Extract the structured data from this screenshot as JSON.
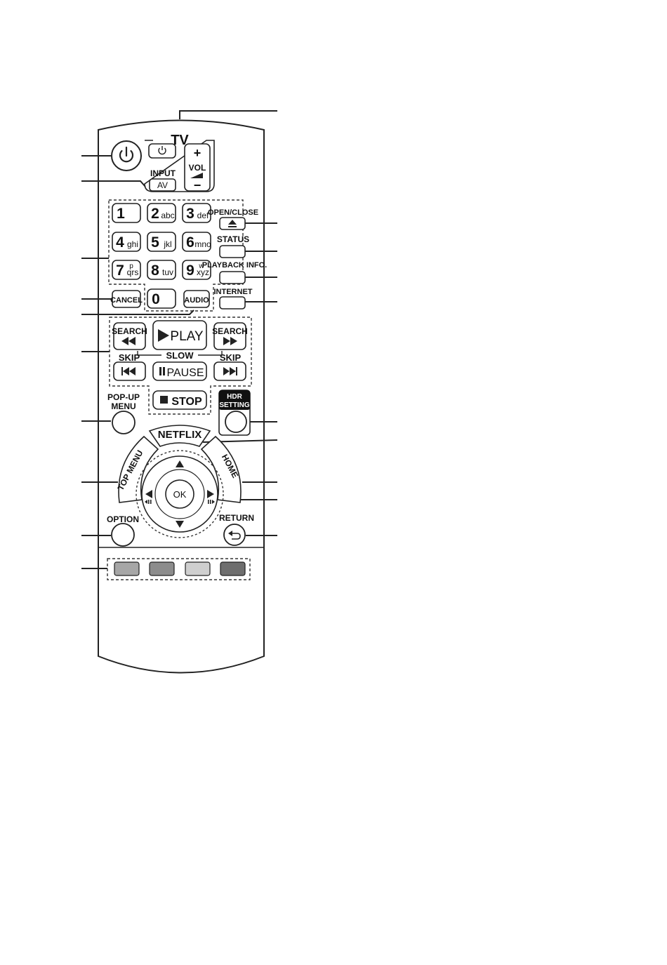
{
  "tv": {
    "title": "TV",
    "vol_label": "VOL",
    "vol_plus": "+",
    "vol_minus": "−",
    "input_label": "INPUT",
    "av_label": "AV"
  },
  "numpad": {
    "keys": [
      {
        "digit": "1",
        "letters": ""
      },
      {
        "digit": "2",
        "letters": "abc"
      },
      {
        "digit": "3",
        "letters": "def"
      },
      {
        "digit": "4",
        "letters": "ghi"
      },
      {
        "digit": "5",
        "letters": "jkl"
      },
      {
        "digit": "6",
        "letters": "mno"
      },
      {
        "digit": "7",
        "letters": "qrs",
        "super": "p"
      },
      {
        "digit": "8",
        "letters": "tuv"
      },
      {
        "digit": "9",
        "letters": "xyz",
        "super": "w"
      }
    ],
    "zero": "0"
  },
  "labels": {
    "open_close": "OPEN/CLOSE",
    "status": "STATUS",
    "playback_info": "PLAYBACK INFO.",
    "internet": "INTERNET",
    "cancel": "CANCEL",
    "audio": "AUDIO",
    "search": "SEARCH",
    "play": "PLAY",
    "slow": "SLOW",
    "skip": "SKIP",
    "pause": "PAUSE",
    "stop": "STOP",
    "popup_menu_1": "POP-UP",
    "popup_menu_2": "MENU",
    "hdr_1": "HDR",
    "hdr_2": "SETTING",
    "netflix": "NETFLIX",
    "top_menu": "TOP MENU",
    "home": "HOME",
    "ok": "OK",
    "option": "OPTION",
    "return": "RETURN"
  },
  "colors": {
    "red_key": "#a6a6a6",
    "green_key": "#8c8c8c",
    "yellow_key": "#cfcfcf",
    "blue_key": "#6e6e6e"
  }
}
